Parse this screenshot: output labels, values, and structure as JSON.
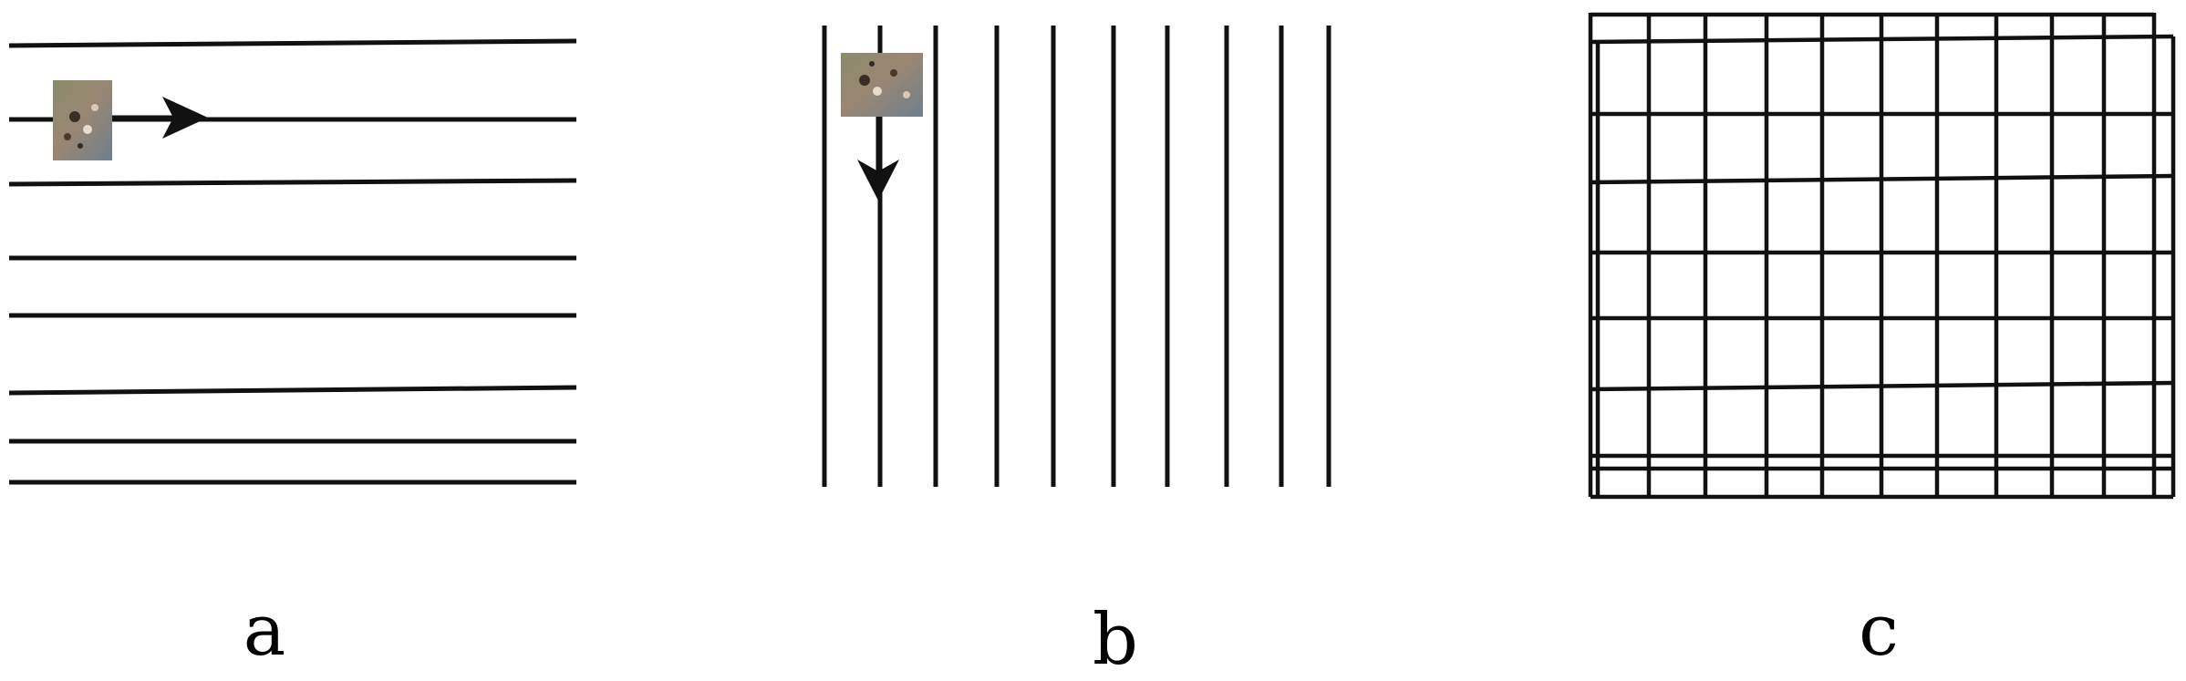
{
  "figure": {
    "panels": [
      {
        "id": "a",
        "label": "a",
        "line_orientation": "horizontal",
        "line_count": 8,
        "arrow_direction": "right"
      },
      {
        "id": "b",
        "label": "b",
        "line_orientation": "vertical",
        "line_count": 10,
        "arrow_direction": "down"
      },
      {
        "id": "c",
        "label": "c",
        "line_orientation": "grid",
        "columns": 10,
        "rows": 7
      }
    ]
  }
}
